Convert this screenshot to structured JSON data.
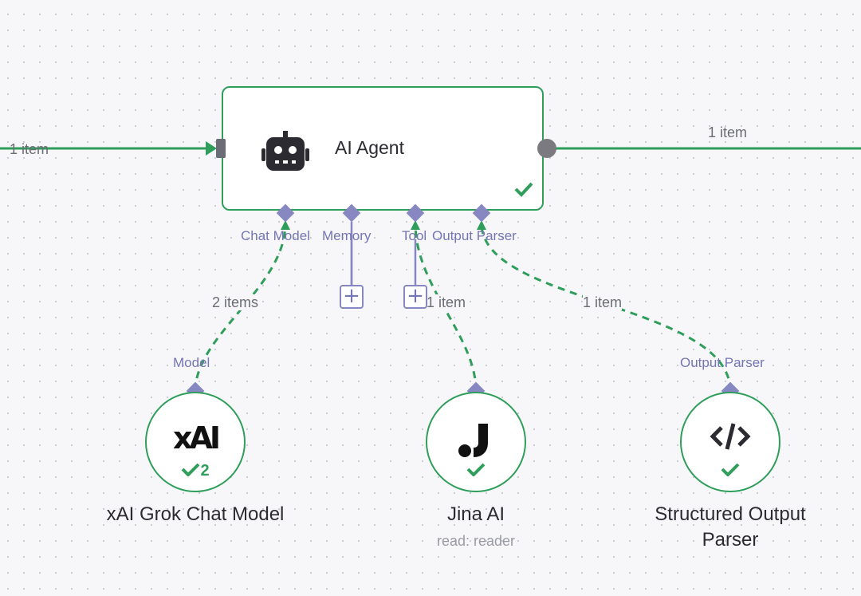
{
  "canvas": {
    "accent_color": "#2f9e5b",
    "port_color": "#7576b3",
    "edge_color": "#2f9e5b"
  },
  "agent": {
    "title": "AI Agent",
    "icon": "robot-icon",
    "status_icon": "check-icon",
    "input_label": "1 item",
    "output_label": "1 item",
    "ports": {
      "chat_model": "Chat Model",
      "memory": "Memory",
      "tool": "Tool",
      "output_parser": "Output Parser"
    }
  },
  "edges": {
    "chat_model_items": "2 items",
    "tool_items": "1 item",
    "output_parser_items": "1 item"
  },
  "add_buttons": {
    "memory": "+",
    "tool": "+"
  },
  "sub_nodes": [
    {
      "title": "xAI Grok Chat Model",
      "port_label": "Model",
      "icon": "xai-logo-icon",
      "icon_text": "xAI",
      "check_count": "2"
    },
    {
      "title": "Jina AI",
      "subtitle": "read: reader",
      "icon": "jina-logo-icon"
    },
    {
      "title": "Structured Output Parser",
      "port_label": "Output Parser",
      "icon": "code-icon"
    }
  ]
}
